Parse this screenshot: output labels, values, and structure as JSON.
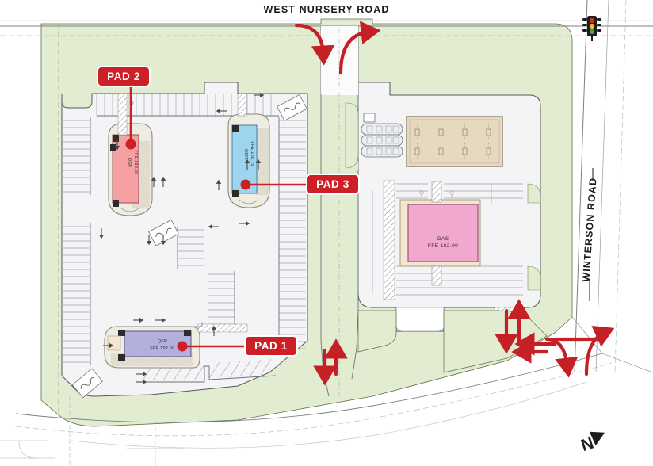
{
  "plan": {
    "title_hidden": "",
    "roads": [
      {
        "id": "west-nursery-road",
        "label": "WEST NURSERY ROAD",
        "orientation": "horizontal"
      },
      {
        "id": "winterson-road",
        "label": "WINTERSON ROAD",
        "orientation": "vertical"
      }
    ],
    "callouts": [
      {
        "id": "pad-1",
        "label": "PAD 1"
      },
      {
        "id": "pad-2",
        "label": "PAD 2"
      },
      {
        "id": "pad-3",
        "label": "PAD 3"
      }
    ],
    "buildings": [
      {
        "id": "pad-2-building",
        "use": "QSR",
        "elevation": "FFE 190.50",
        "color": "#f5a0a3",
        "orientation": "vertical"
      },
      {
        "id": "pad-3-building",
        "use": "QSR",
        "elevation": "FFE 188.75",
        "color": "#9fd4ef",
        "orientation": "vertical"
      },
      {
        "id": "pad-1-building",
        "use": "QSR",
        "elevation": "FFE 192.50",
        "color": "#b3b0dd",
        "orientation": "horizontal"
      },
      {
        "id": "gas-building",
        "use": "GAS",
        "elevation": "FFE 182.00",
        "color": "#f2a8ce",
        "orientation": "horizontal"
      },
      {
        "id": "retail-building",
        "use": "",
        "elevation": "",
        "color": "#e6d9bf",
        "orientation": "horizontal"
      }
    ],
    "icons": [
      {
        "id": "traffic-signal-icon",
        "name": "traffic-signal-icon"
      },
      {
        "id": "north-arrow-icon",
        "name": "north-arrow-icon",
        "label": "N"
      }
    ],
    "colors": {
      "landscape_green": "#e2ecd0",
      "pavement": "#f4f4f7",
      "callout_red": "#cc2026",
      "flow_arrow_red": "#c42026",
      "line_dark": "#4a4a4a",
      "sidewalk": "#e9e7df",
      "curb": "#ffffff"
    },
    "flow_arrows_count": 18
  }
}
